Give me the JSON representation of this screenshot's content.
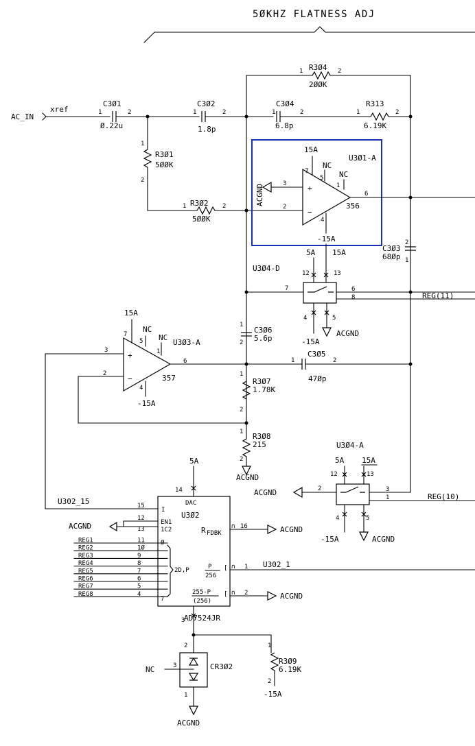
{
  "title": "5ØKHZ FLATNESS ADJ",
  "net_labels": {
    "ac_in": "AC_IN",
    "xref": "xref",
    "reg11": "REG(11)",
    "reg10": "REG(10)",
    "u302_15": "U302_15",
    "u302_1": "U302_1"
  },
  "power": {
    "p15": "15A",
    "m15": "-15A",
    "p5": "5A",
    "acgnd": "ACGND",
    "nc": "NC"
  },
  "components": {
    "c301": {
      "ref": "C3Ø1",
      "value": "Ø.22u"
    },
    "c302": {
      "ref": "C3Ø2",
      "value": "1.8p"
    },
    "c304": {
      "ref": "C3Ø4",
      "value": "6.8p"
    },
    "r313": {
      "ref": "R313",
      "value": "6.19K"
    },
    "r304": {
      "ref": "R3Ø4",
      "value": "2ØØK"
    },
    "r301": {
      "ref": "R3Ø1",
      "value": "5ØØK"
    },
    "r302": {
      "ref": "R3Ø2",
      "value": "5ØØK"
    },
    "c303": {
      "ref": "C3Ø3",
      "value": "68Øp"
    },
    "c306": {
      "ref": "C3Ø6",
      "value": "5.6p"
    },
    "c305": {
      "ref": "C3Ø5",
      "value": "47Øp"
    },
    "r307": {
      "ref": "R3Ø7",
      "value": "1.78K"
    },
    "r308": {
      "ref": "R3Ø8",
      "value": "215"
    },
    "r309": {
      "ref": "R3Ø9",
      "value": "6.19K"
    },
    "cr302": {
      "ref": "CR3Ø2"
    },
    "u301a": {
      "ref": "U3Ø1-A",
      "type": "356"
    },
    "u303a": {
      "ref": "U3Ø3-A",
      "type": "357"
    },
    "u304d": {
      "ref": "U3Ø4-D"
    },
    "u304a": {
      "ref": "U3Ø4-A"
    },
    "u302": {
      "ref": "U3Ø2",
      "kind": "DAC",
      "part": "AD7524JR",
      "rfdbk": "R",
      "rfdbk_sub": "FDBK",
      "p_num": "P",
      "p_den": "256",
      "pn_num": "255-P",
      "pn_den": "(256)",
      "pin_i": "I",
      "pin_en": "EN1",
      "pin_c2": "1C2",
      "pin_0": "Ø",
      "pin_2d": "2D,P",
      "pin_7": "7"
    }
  },
  "u302_inputs": [
    {
      "reg": "REG1",
      "pin": "11"
    },
    {
      "reg": "REG2",
      "pin": "1Ø"
    },
    {
      "reg": "REG3",
      "pin": "9"
    },
    {
      "reg": "REG4",
      "pin": "8"
    },
    {
      "reg": "REG5",
      "pin": "7"
    },
    {
      "reg": "REG6",
      "pin": "6"
    },
    {
      "reg": "REG7",
      "pin": "5"
    },
    {
      "reg": "REG8",
      "pin": "4"
    }
  ],
  "pins": {
    "p1": "1",
    "p2": "2",
    "p3": "3",
    "p4": "4",
    "p5": "5",
    "p6": "6",
    "p7": "7",
    "p8": "8",
    "p12": "12",
    "p13": "13",
    "p14": "14",
    "p15": "15",
    "p16": "16"
  },
  "colors": {
    "selection": "#1a2fb8"
  }
}
